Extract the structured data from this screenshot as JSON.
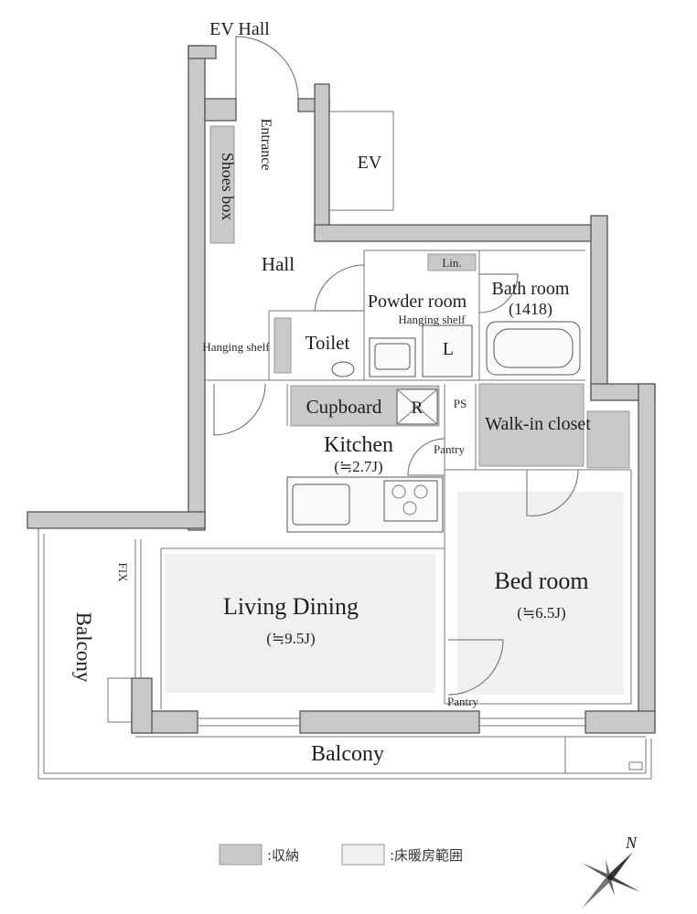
{
  "rooms": {
    "ev_hall": "EV Hall",
    "entrance": "Entrance",
    "ev": "EV",
    "shoes_box": "Shoes box",
    "hall": "Hall",
    "powder_room": "Powder room",
    "lin": "Lin.",
    "bath_room": "Bath room",
    "bath_size": "(1418)",
    "hanging_shelf_powder": "Hanging shelf",
    "laundry": "L",
    "hanging_shelf_toilet": "Hanging shelf",
    "toilet": "Toilet",
    "cupboard": "Cupboard",
    "refrigerator": "R",
    "ps": "PS",
    "walk_in_closet": "Walk-in closet",
    "kitchen": "Kitchen",
    "kitchen_size": "(≒2.7J)",
    "pantry_kitchen": "Pantry",
    "pantry_bed": "Pantry",
    "fix": "FIX",
    "balcony_side": "Balcony",
    "living_dining": "Living Dining",
    "living_dining_size": "(≒9.5J)",
    "bed_room": "Bed room",
    "bed_room_size": "(≒6.5J)",
    "balcony_bottom": "Balcony"
  },
  "legend": {
    "storage": ":収納",
    "floor_heating": ":床暖房範囲"
  },
  "compass": {
    "north_label": "N"
  },
  "colors": {
    "wall": "#c9c9c9",
    "storage": "#c9c9c9",
    "floor_heating": "#f0f0f0"
  }
}
